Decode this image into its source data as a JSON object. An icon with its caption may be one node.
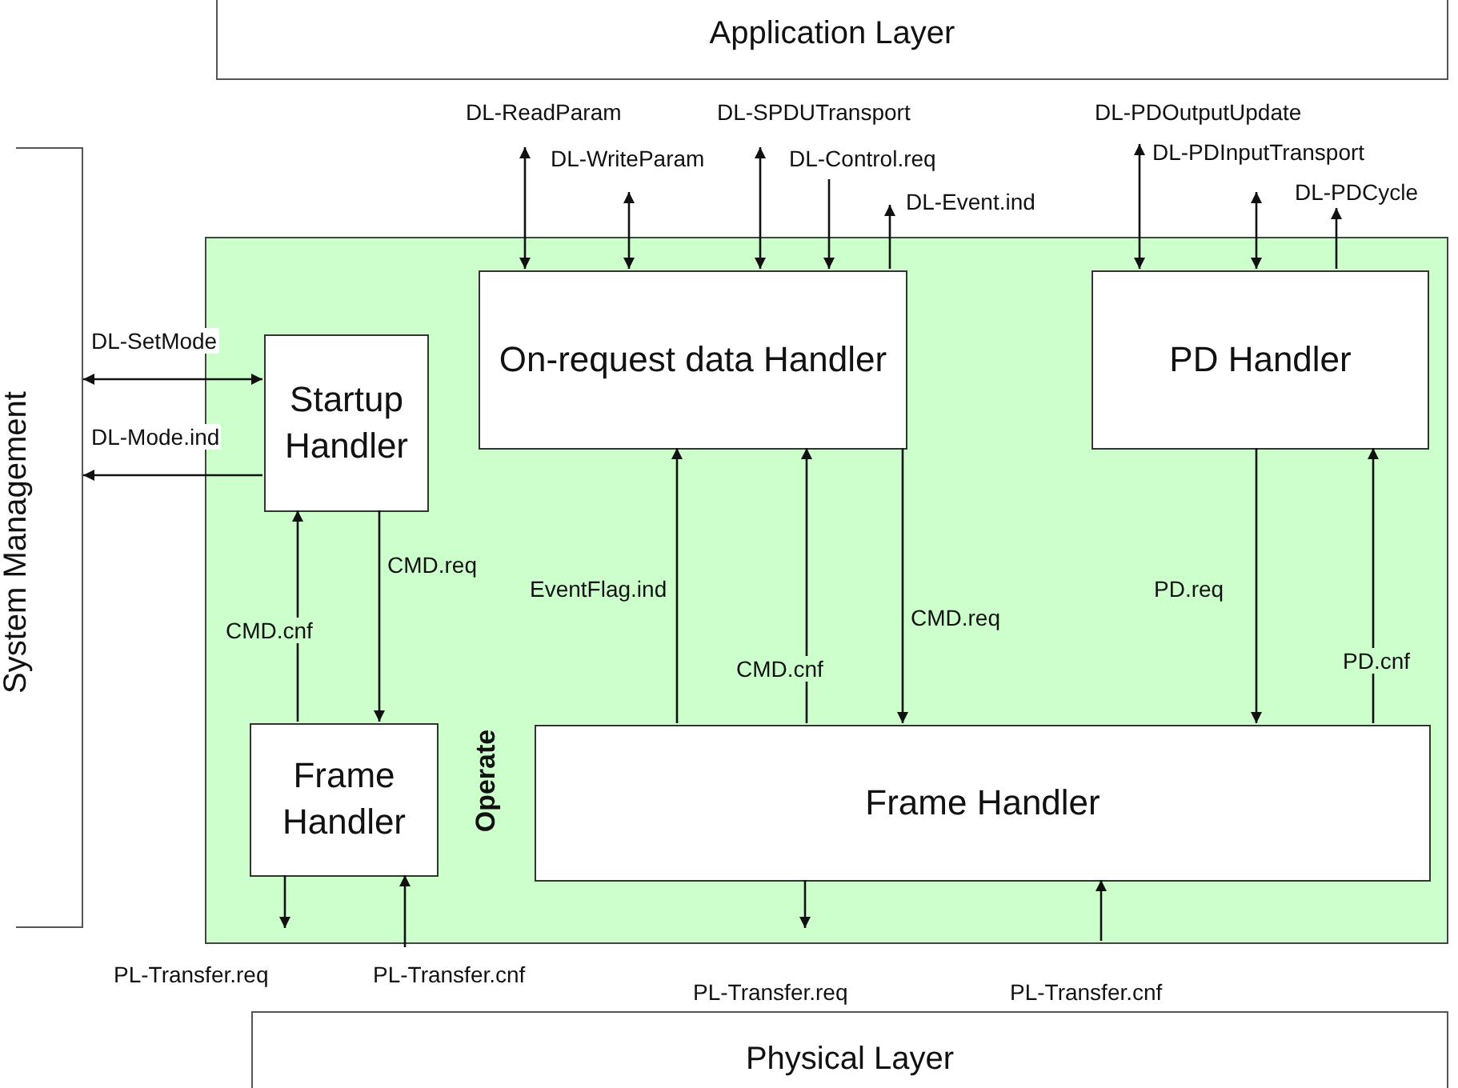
{
  "diagram": {
    "nodes": [
      {
        "text": [
          "Application Layer"
        ]
      },
      {
        "text": [
          "System Management"
        ]
      },
      {
        "text": [
          "Physical Layer"
        ]
      },
      {
        "text": [
          "Operate"
        ]
      },
      {
        "text": [
          "Startup Handler"
        ],
        "in": 3
      },
      {
        "text": [
          "On-request data Handler"
        ],
        "in": 3
      },
      {
        "text": [
          "PD Handler"
        ],
        "in": 3
      },
      {
        "text": [
          "Frame Handler"
        ],
        "in": 3
      },
      {
        "text": [
          "Frame Handler"
        ],
        "in": 3
      }
    ],
    "edges": [
      {
        "from": null,
        "to": 5,
        "arrow": "both",
        "label": "DL-ReadParam"
      },
      {
        "from": null,
        "to": 5,
        "arrow": "both",
        "label": "DL-WriteParam"
      },
      {
        "from": null,
        "to": 5,
        "arrow": "both",
        "label": "DL-SPDUTransport"
      },
      {
        "from": null,
        "to": 5,
        "arrow": "to",
        "label": "DL-Control.req"
      },
      {
        "from": 5,
        "to": null,
        "arrow": "to",
        "label": "DL-Event.ind"
      },
      {
        "from": null,
        "to": 6,
        "arrow": "both",
        "label": "DL-PDOutputUpdate"
      },
      {
        "from": null,
        "to": 6,
        "arrow": "both",
        "label": "DL-PDInputTransport"
      },
      {
        "from": 6,
        "to": null,
        "arrow": "to",
        "label": "DL-PDCycle"
      },
      {
        "from": 1,
        "to": 4,
        "arrow": "both",
        "label": "DL-SetMode"
      },
      {
        "from": 4,
        "to": 1,
        "arrow": "to",
        "label": "DL-Mode.ind"
      },
      {
        "from": 7,
        "to": 4,
        "arrow": "to",
        "label": "CMD.cnf"
      },
      {
        "from": 4,
        "to": 7,
        "arrow": "to",
        "label": "CMD.req"
      },
      {
        "from": 8,
        "to": 5,
        "arrow": "to",
        "label": "EventFlag.ind"
      },
      {
        "from": 8,
        "to": 5,
        "arrow": "to",
        "label": "CMD.cnf"
      },
      {
        "from": 5,
        "to": 8,
        "arrow": "to",
        "label": "CMD.req"
      },
      {
        "from": 6,
        "to": 8,
        "arrow": "to",
        "label": "PD.req"
      },
      {
        "from": 8,
        "to": 6,
        "arrow": "to",
        "label": "PD.cnf"
      },
      {
        "from": 7,
        "to": null,
        "arrow": "to",
        "label": "PL-Transfer.req"
      },
      {
        "from": null,
        "to": 7,
        "arrow": "to",
        "label": "PL-Transfer.cnf"
      },
      {
        "from": 8,
        "to": null,
        "arrow": "to",
        "label": "PL-Transfer.req"
      },
      {
        "from": null,
        "to": 8,
        "arrow": "to",
        "label": "PL-Transfer.cnf"
      }
    ]
  }
}
